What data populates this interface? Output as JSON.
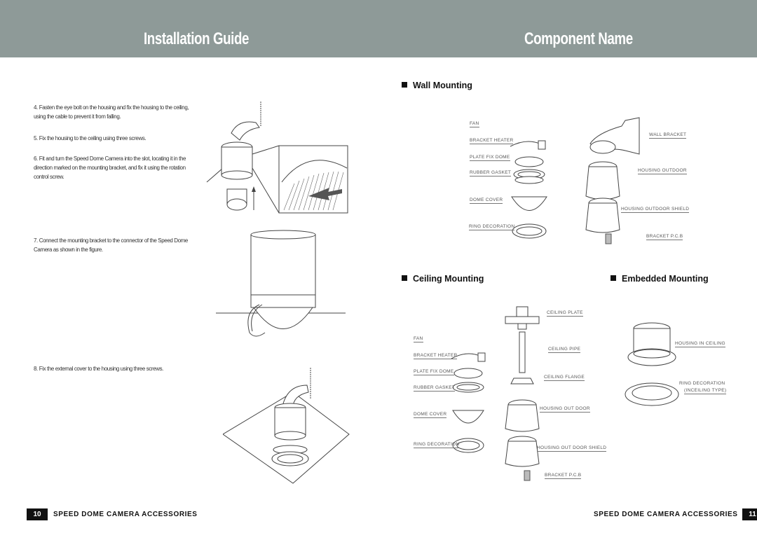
{
  "header": {
    "left_title": "Installation  Guide",
    "right_title": "Component  Name"
  },
  "steps": [
    {
      "num": "4.",
      "text": "Fasten the eye bolt on the housing and fix the housing to the ceiling, using the cable to prevent it from falling."
    },
    {
      "num": "5.",
      "text": "Fix the housing to the ceiling using three screws."
    },
    {
      "num": "6.",
      "text": "Fit and turn the Speed Dome Camera into the slot, locating it in the direction marked on the mounting bracket, and fix it using the rotation control screw."
    },
    {
      "num": "7.",
      "text": "Connect the mounting bracket to the connector of the Speed Dome Camera as shown in the figure."
    },
    {
      "num": "8.",
      "text": "Fix the external cover to the housing using three screws."
    }
  ],
  "sections": {
    "wall": "Wall Mounting",
    "ceiling": "Ceiling Mounting",
    "embedded": "Embedded Mounting"
  },
  "wall_labels": {
    "fan": "FAN",
    "bracket_heater": "BRACKET HEATER",
    "plate_fix_dome": "PLATE FIX DOME",
    "rubber_gasket": "RUBBER GASKET",
    "dome_cover": "DOME COVER",
    "ring_decoration": "RING DECORATION",
    "wall_bracket": "WALL BRACKET",
    "housing_outdoor": "HOUSING OUTDOOR",
    "housing_outdoor_shield": "HOUSING OUTDOOR SHIELD",
    "bracket_pcb": "BRACKET P.C.B"
  },
  "ceiling_labels": {
    "ceiling_plate": "CEILING PLATE",
    "fan": "FAN",
    "ceiling_pipe": "CEILING PIPE",
    "bracket_heater": "BRACKET HEATER",
    "plate_fix_dome": "PLATE FIX DOME",
    "ceiling_flange": "CEILING FLANGE",
    "rubber_gasket": "RUBBER GASKET",
    "housing_out_door": "HOUSING OUT DOOR",
    "dome_cover": "DOME COVER",
    "ring_decoration": "RING DECORATION",
    "housing_out_door_shield": "HOUSING OUT DOOR SHIELD",
    "bracket_pcb": "BRACKET P.C.B"
  },
  "embedded_labels": {
    "housing_in_ceiling": "HOUSING IN CEILING",
    "ring_decoration": "RING DECORATION",
    "in_ceiling_type": "(INCEILING TYPE)"
  },
  "footer": {
    "left_page": "10",
    "left_text": "SPEED DOME CAMERA ACCESSORIES",
    "right_page": "11",
    "right_text": "SPEED DOME CAMERA ACCESSORIES"
  }
}
